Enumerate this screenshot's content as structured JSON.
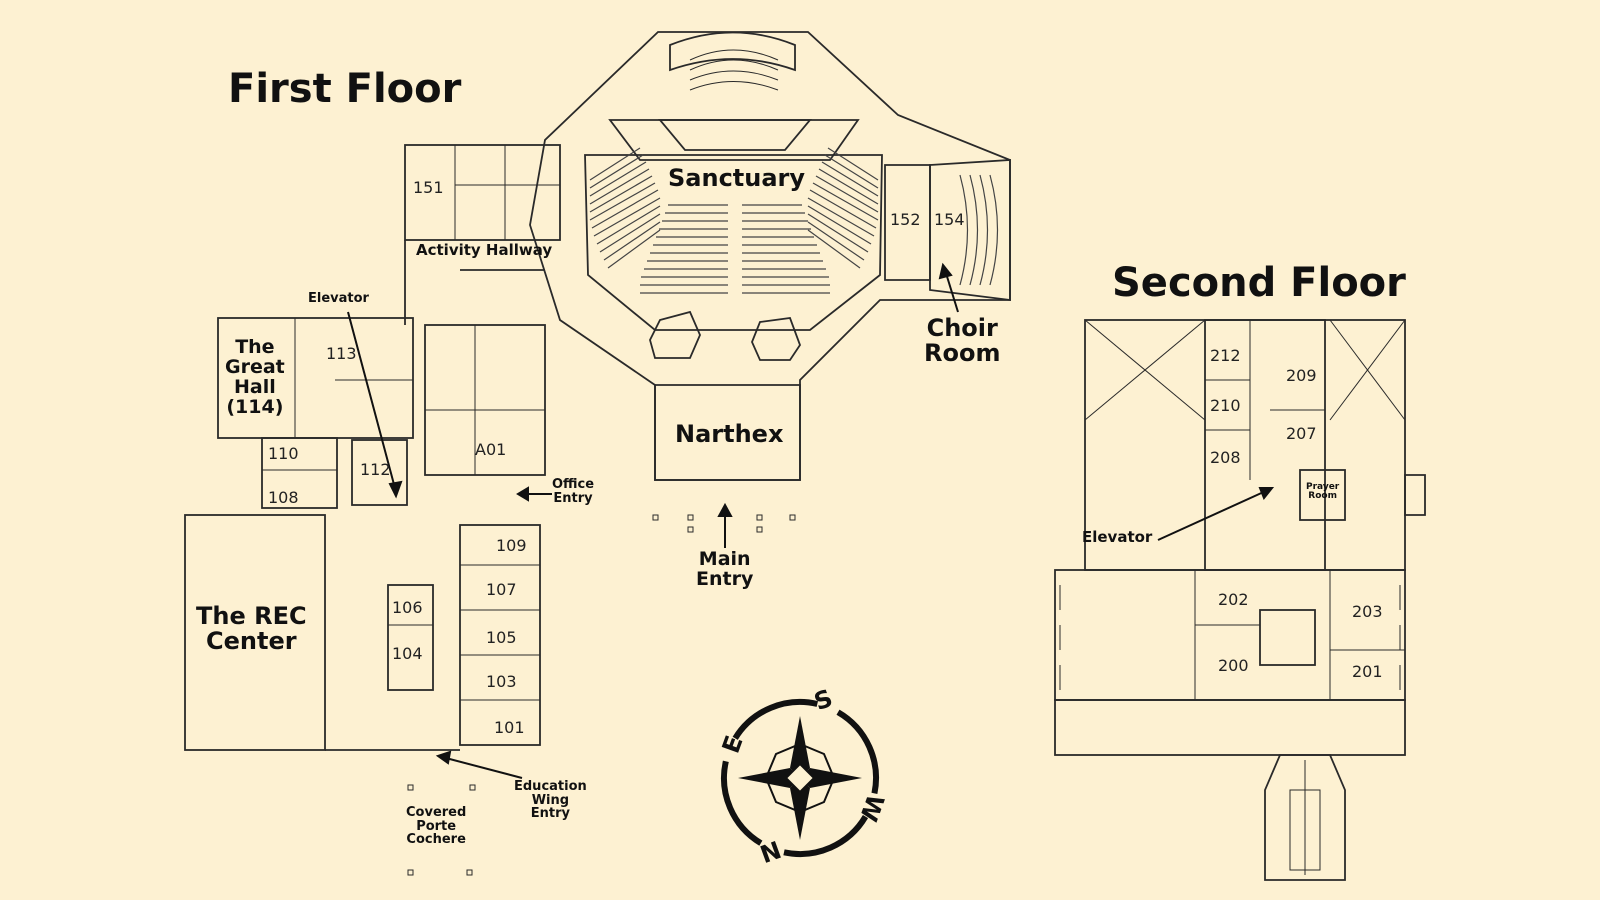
{
  "titles": {
    "first_floor": "First Floor",
    "second_floor": "Second Floor"
  },
  "first_floor_areas": {
    "sanctuary": "Sanctuary",
    "activity_hallway": "Activity Hallway",
    "narthex": "Narthex",
    "great_hall": "The\nGreat\nHall\n(114)",
    "rec_center": "The REC\nCenter",
    "choir_room": "Choir\nRoom"
  },
  "first_floor_pointers": {
    "elevator": "Elevator",
    "office_entry": "Office\nEntry",
    "main_entry": "Main\nEntry",
    "education_wing_entry": "Education\nWing\nEntry",
    "porte_cochere": "Covered\nPorte\nCochere"
  },
  "first_floor_rooms": {
    "r151": "151",
    "r152": "152",
    "r154": "154",
    "r113": "113",
    "r112": "112",
    "r110": "110",
    "r108": "108",
    "rA01": "A01",
    "r109": "109",
    "r107": "107",
    "r105": "105",
    "r103": "103",
    "r101": "101",
    "r106": "106",
    "r104": "104"
  },
  "second_floor_rooms": {
    "r212": "212",
    "r210": "210",
    "r208": "208",
    "r209": "209",
    "r207": "207",
    "r202": "202",
    "r200": "200",
    "r203": "203",
    "r201": "201"
  },
  "second_floor_labels": {
    "elevator": "Elevator",
    "prayer_room": "Prayer\nRoom"
  },
  "compass": {
    "north": "N",
    "south": "S",
    "east": "E",
    "west": "W"
  },
  "colors": {
    "background": "#fdf1d2",
    "ink": "#2a2a2a"
  }
}
